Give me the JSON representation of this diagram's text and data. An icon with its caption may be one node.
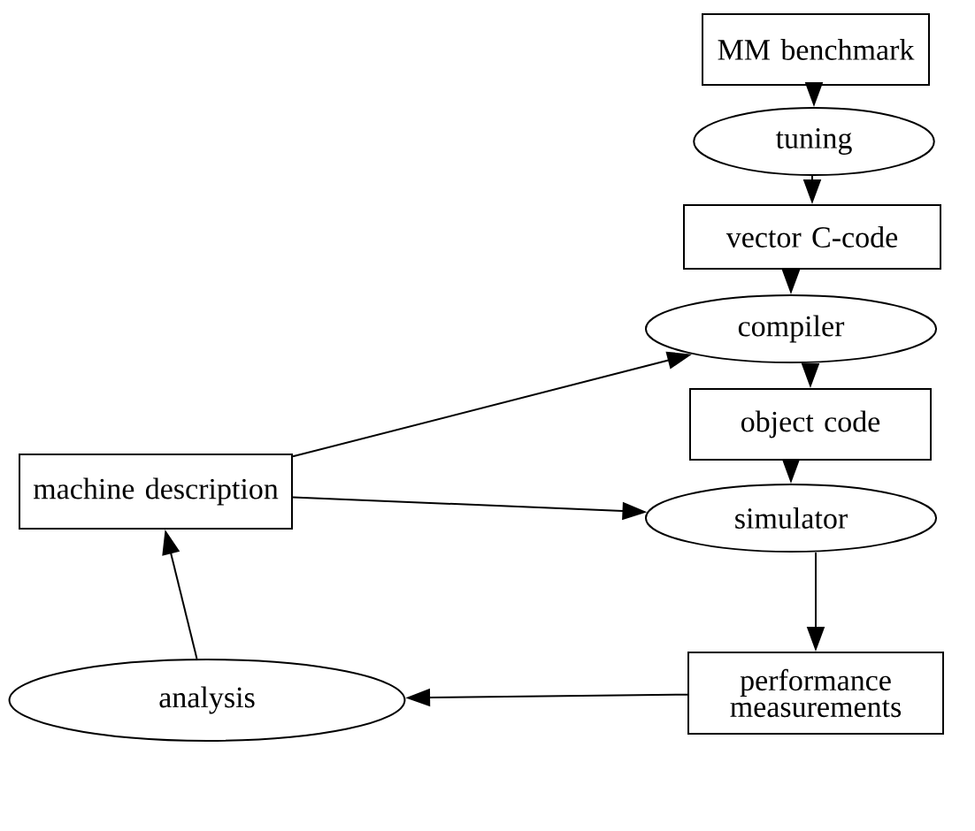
{
  "diagram": {
    "nodes": [
      {
        "text": [
          "MM benchmark"
        ]
      },
      {
        "text": [
          "tuning"
        ]
      },
      {
        "text": [
          "vector C-code"
        ]
      },
      {
        "text": [
          "compiler"
        ]
      },
      {
        "text": [
          "object code"
        ]
      },
      {
        "text": [
          "machine description"
        ]
      },
      {
        "text": [
          "simulator"
        ]
      },
      {
        "text": [
          "analysis"
        ]
      },
      {
        "text": [
          "performance measurements"
        ]
      }
    ],
    "edges": [
      {
        "from": 0,
        "to": 1,
        "arrow": "to"
      },
      {
        "from": 1,
        "to": 2,
        "arrow": "to"
      },
      {
        "from": 2,
        "to": 3,
        "arrow": "to"
      },
      {
        "from": 3,
        "to": 4,
        "arrow": "to"
      },
      {
        "from": 4,
        "to": 6,
        "arrow": "to"
      },
      {
        "from": 6,
        "to": 8,
        "arrow": "to"
      },
      {
        "from": 8,
        "to": 7,
        "arrow": "to"
      },
      {
        "from": 7,
        "to": 5,
        "arrow": "to"
      },
      {
        "from": 5,
        "to": 3,
        "arrow": "to"
      },
      {
        "from": 5,
        "to": 6,
        "arrow": "to"
      }
    ]
  }
}
